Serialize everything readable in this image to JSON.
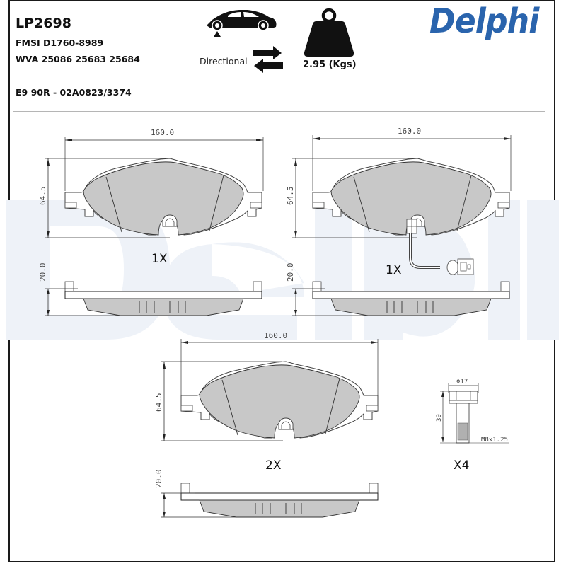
{
  "header": {
    "part_number": "LP2698",
    "fmsi": "FMSI D1760-8989",
    "wva": "WVA 25086 25683 25684",
    "approval": "E9 90R - 02A0823/3374",
    "directional_label": "Directional",
    "weight_label": "2.95 (Kgs)",
    "brand": "Delphi",
    "icons": [
      "car-front-axle-icon",
      "directional-arrows-icon",
      "weight-icon"
    ]
  },
  "colors": {
    "brand_blue": "#2a64ad",
    "pad_fill": "#c8c8c8",
    "watermark": "#eef2f8",
    "outline": "#3a3a3a"
  },
  "diagrams": [
    {
      "id": "pad-1",
      "width_dim": "160.0",
      "height_dim": "64.5",
      "thickness_dim": "20.0",
      "quantity": "1X",
      "wear_sensor": false
    },
    {
      "id": "pad-2",
      "width_dim": "160.0",
      "height_dim": "64.5",
      "thickness_dim": "20.0",
      "quantity": "1X",
      "wear_sensor": true
    },
    {
      "id": "pad-3",
      "width_dim": "160.0",
      "height_dim": "64.5",
      "thickness_dim": "20.0",
      "quantity": "2X",
      "wear_sensor": false
    }
  ],
  "bolt": {
    "head_dim": "Φ17",
    "length_dim": "30",
    "thread_dim": "M8x1.25",
    "quantity": "X4"
  }
}
